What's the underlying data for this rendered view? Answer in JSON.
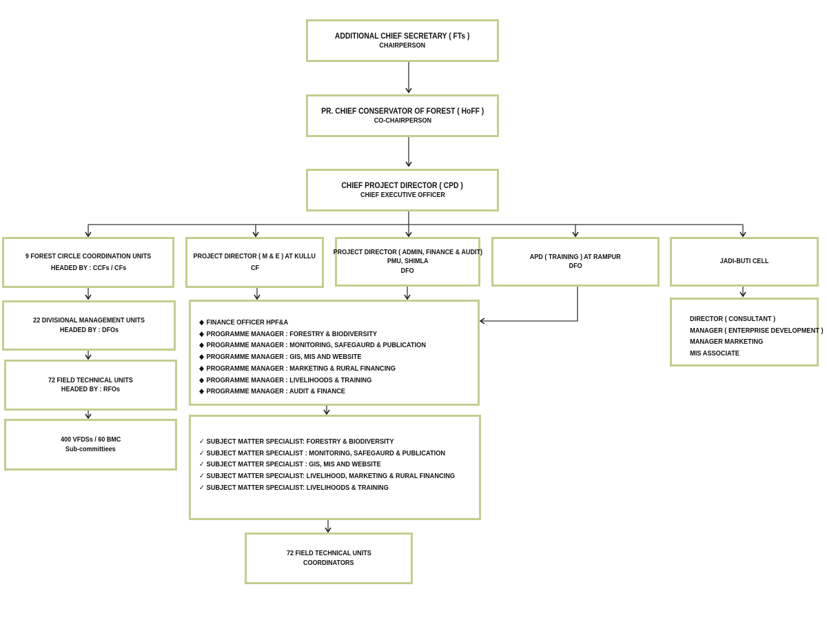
{
  "nodes": {
    "acs": {
      "title": "ADDITIONAL CHIEF SECRETARY ( FTs )",
      "subtitle": "CHAIRPERSON"
    },
    "pccf": {
      "title": "PR. CHIEF CONSERVATOR OF FOREST ( HoFF )",
      "subtitle": "CO-CHAIRPERSON"
    },
    "cpd": {
      "title": "CHIEF PROJECT DIRECTOR ( CPD )",
      "subtitle": "CHIEF EXECUTIVE OFFICER"
    },
    "circle": {
      "title": "9 FOREST CIRCLE COORDINATION UNITS",
      "subtitle": "HEADED BY : CCFs / CFs"
    },
    "divisional": {
      "title": "22 DIVISIONAL MANAGEMENT UNITS",
      "subtitle": "HEADED BY : DFOs"
    },
    "field_units": {
      "title": "72 FIELD TECHNICAL UNITS",
      "subtitle": "HEADED BY : RFOs"
    },
    "vfds": {
      "title": "400 VFDSs / 60 BMC",
      "subtitle": "Sub-committiees"
    },
    "pd_me": {
      "title": "PROJECT DIRECTOR ( M & E ) AT KULLU",
      "subtitle": "CF"
    },
    "pd_admin": {
      "title": "PROJECT DIRECTOR ( ADMIN, FINANCE & AUDIT)",
      "subtitle": "PMU, SHIMLA",
      "subtitle2": "DFO"
    },
    "apd": {
      "title": "APD ( TRAINING ) AT RAMPUR",
      "subtitle": "DFO"
    },
    "jadi": {
      "title": "JADI-BUTI CELL"
    },
    "field_coord": {
      "title": "72 FIELD TECHNICAL UNITS",
      "subtitle": "COORDINATORS"
    }
  },
  "pmu_list": {
    "bullet": "◆",
    "items": [
      "FINANCE OFFICER HPF&A",
      "PROGRAMME MANAGER : FORESTRY & BIODIVERSITY",
      "PROGRAMME MANAGER : MONITORING, SAFEGAURD & PUBLICATION",
      "PROGRAMME MANAGER : GIS, MIS AND WEBSITE",
      "PROGRAMME MANAGER : MARKETING & RURAL FINANCING",
      "PROGRAMME MANAGER : LIVELIHOODS & TRAINING",
      "PROGRAMME MANAGER : AUDIT & FINANCE"
    ]
  },
  "sms_list": {
    "bullet": "✓",
    "items": [
      "SUBJECT MATTER SPECIALIST: FORESTRY & BIODIVERSITY",
      "SUBJECT MATTER SPECIALIST : MONITORING, SAFEGAURD & PUBLICATION",
      "SUBJECT MATTER SPECIALIST : GIS, MIS AND WEBSITE",
      "SUBJECT MATTER SPECIALIST: LIVELIHOOD, MARKETING & RURAL FINANCING",
      "SUBJECT MATTER SPECIALIST: LIVELIHOODS & TRAINING"
    ]
  },
  "jadi_list": {
    "items": [
      "DIRECTOR ( CONSULTANT )",
      "MANAGER ( ENTERPRISE DEVELOPMENT )",
      "MANAGER MARKETING",
      "MIS ASSOCIATE"
    ]
  },
  "colors": {
    "box_border": "#c5cc8e",
    "connector": "#333333"
  }
}
